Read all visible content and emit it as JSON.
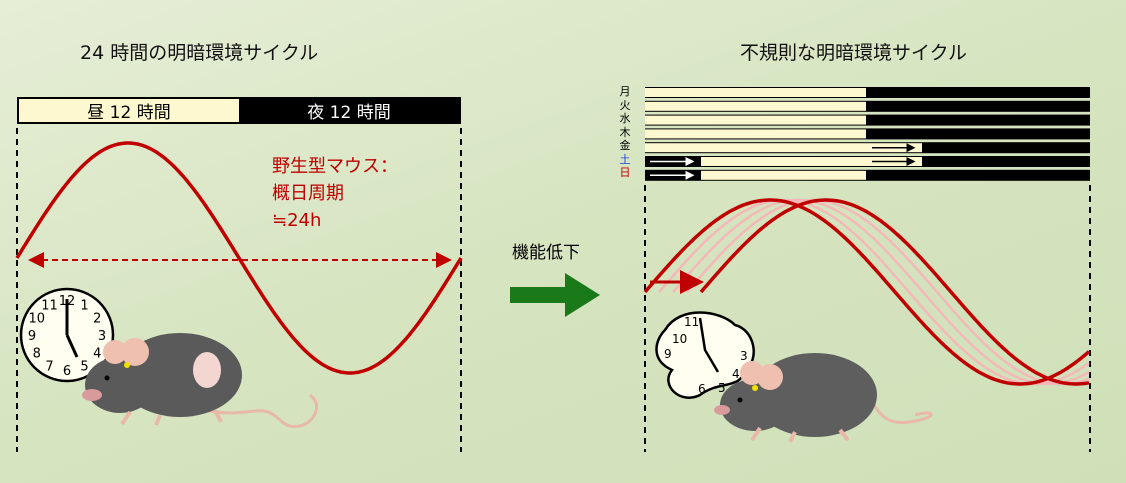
{
  "left": {
    "title": "24 時間の明暗環境サイクル",
    "day_label": "昼 12 時間",
    "night_label": "夜 12 時間",
    "annotation": [
      "野生型マウス：",
      "概日周期",
      "≒24h"
    ],
    "clock_numbers": [
      "12",
      "1",
      "2",
      "3",
      "4",
      "5",
      "6",
      "7",
      "8",
      "9",
      "10",
      "11"
    ]
  },
  "middle": {
    "label": "機能低下",
    "arrow_color": "#1a7a1a"
  },
  "right": {
    "title": "不規則な明暗環境サイクル",
    "weekdays": [
      {
        "label": "月",
        "color": "#111111"
      },
      {
        "label": "火",
        "color": "#111111"
      },
      {
        "label": "水",
        "color": "#111111"
      },
      {
        "label": "木",
        "color": "#111111"
      },
      {
        "label": "金",
        "color": "#111111"
      },
      {
        "label": "土",
        "color": "#1a3fd0"
      },
      {
        "label": "日",
        "color": "#c00000"
      }
    ]
  },
  "colors": {
    "rhythm": "#c00000",
    "light": "#fdf8d0",
    "dark": "#000000"
  }
}
